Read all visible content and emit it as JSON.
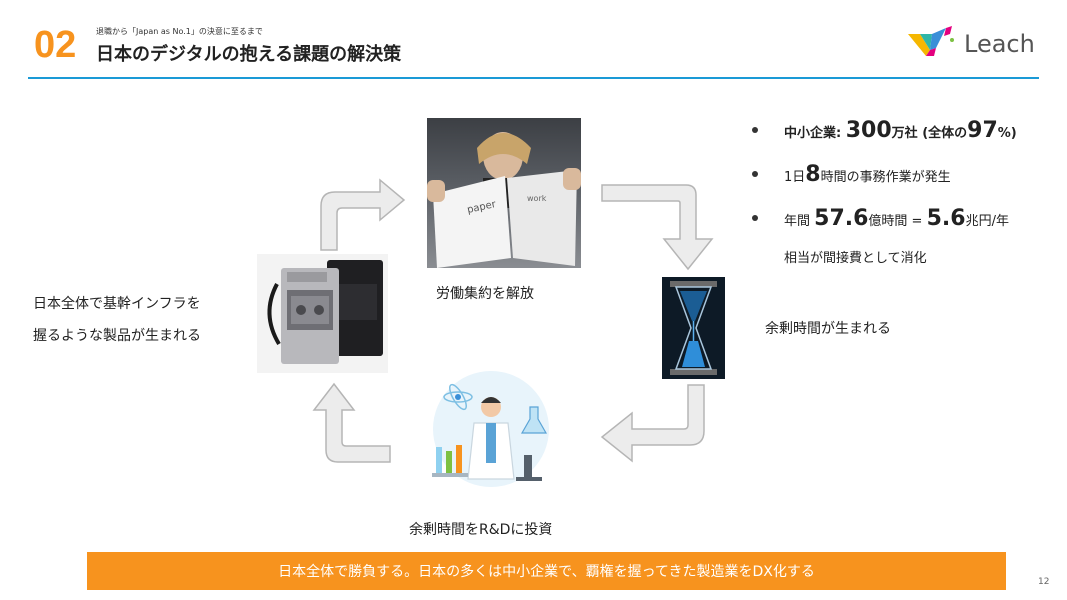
{
  "header": {
    "number": "02",
    "subtitle": "退職から「Japan as No.1」の決意に至るまで",
    "title": "日本のデジタルの抱える課題の解決策",
    "logo_text": "Leach"
  },
  "cycle": {
    "top_caption": "労働集約を解放",
    "right_caption": "余剰時間が生まれる",
    "bottom_caption": "余剰時間をR&Dに投資",
    "left_caption_line1": "日本全体で基幹インフラを",
    "left_caption_line2": "握るような製品が生まれる",
    "paper_word1": "paper",
    "paper_word2": "work"
  },
  "facts": {
    "b1_pre": "中小企業: ",
    "b1_big1": "300",
    "b1_mid": "万社 (全体の",
    "b1_big2": "97",
    "b1_post": "%)",
    "b2_pre": "1日",
    "b2_big": "8",
    "b2_post": "時間の事務作業が発生",
    "b3_pre": "年間 ",
    "b3_big1": "57.6",
    "b3_mid": "億時間 = ",
    "b3_big2": "5.6",
    "b3_post": "兆円/年",
    "b3_line2": "相当が間接費として消化"
  },
  "banner": "日本全体で勝負する。日本の多くは中小企業で、覇権を握ってきた製造業をDX化する",
  "page_number": "12",
  "colors": {
    "accent": "#f7931e",
    "rule": "#1a9ad6",
    "arrow_fill": "#ececec",
    "arrow_stroke": "#b5b5b5"
  }
}
